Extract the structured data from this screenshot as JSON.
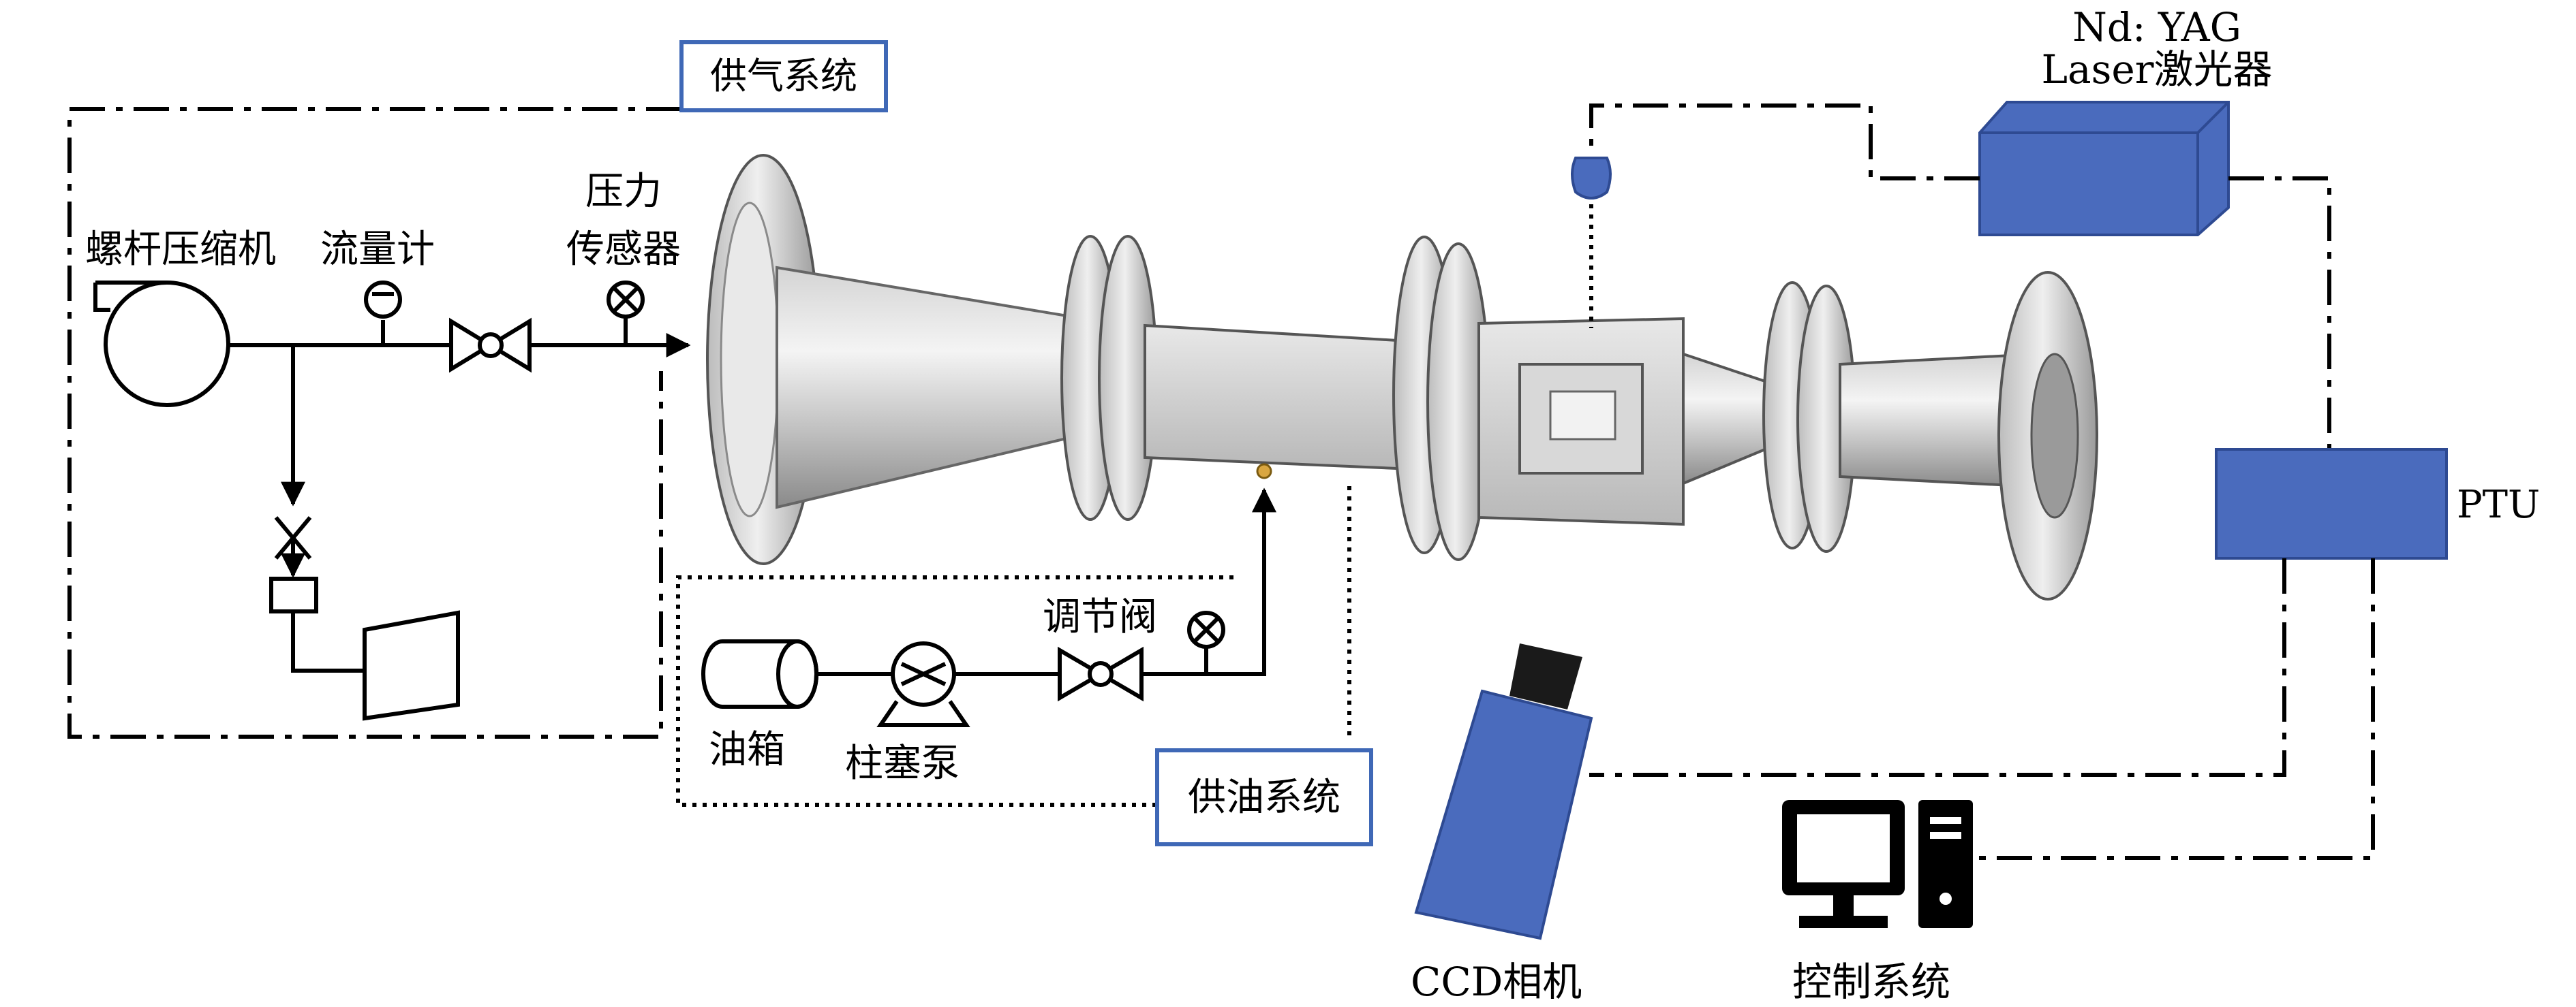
{
  "labels": {
    "air_supply_system": "供气系统",
    "screw_compressor": "螺杆压缩机",
    "flow_meter": "流量计",
    "pressure_sensor_line1": "压力",
    "pressure_sensor_line2": "传感器",
    "laser_line1": "Nd: YAG",
    "laser_line2": "Laser激光器",
    "ptu": "PTU",
    "regulating_valve": "调节阀",
    "oil_tank": "油箱",
    "plunger_pump": "柱塞泵",
    "oil_supply_system": "供油系统",
    "ccd_camera": "CCD相机",
    "control_system": "控制系统"
  },
  "colors": {
    "device_blue": "#4a6bbd",
    "box_border_blue": "#3f68b6",
    "metal_light": "#e6e6e6",
    "metal_dark": "#7a7a7a"
  }
}
